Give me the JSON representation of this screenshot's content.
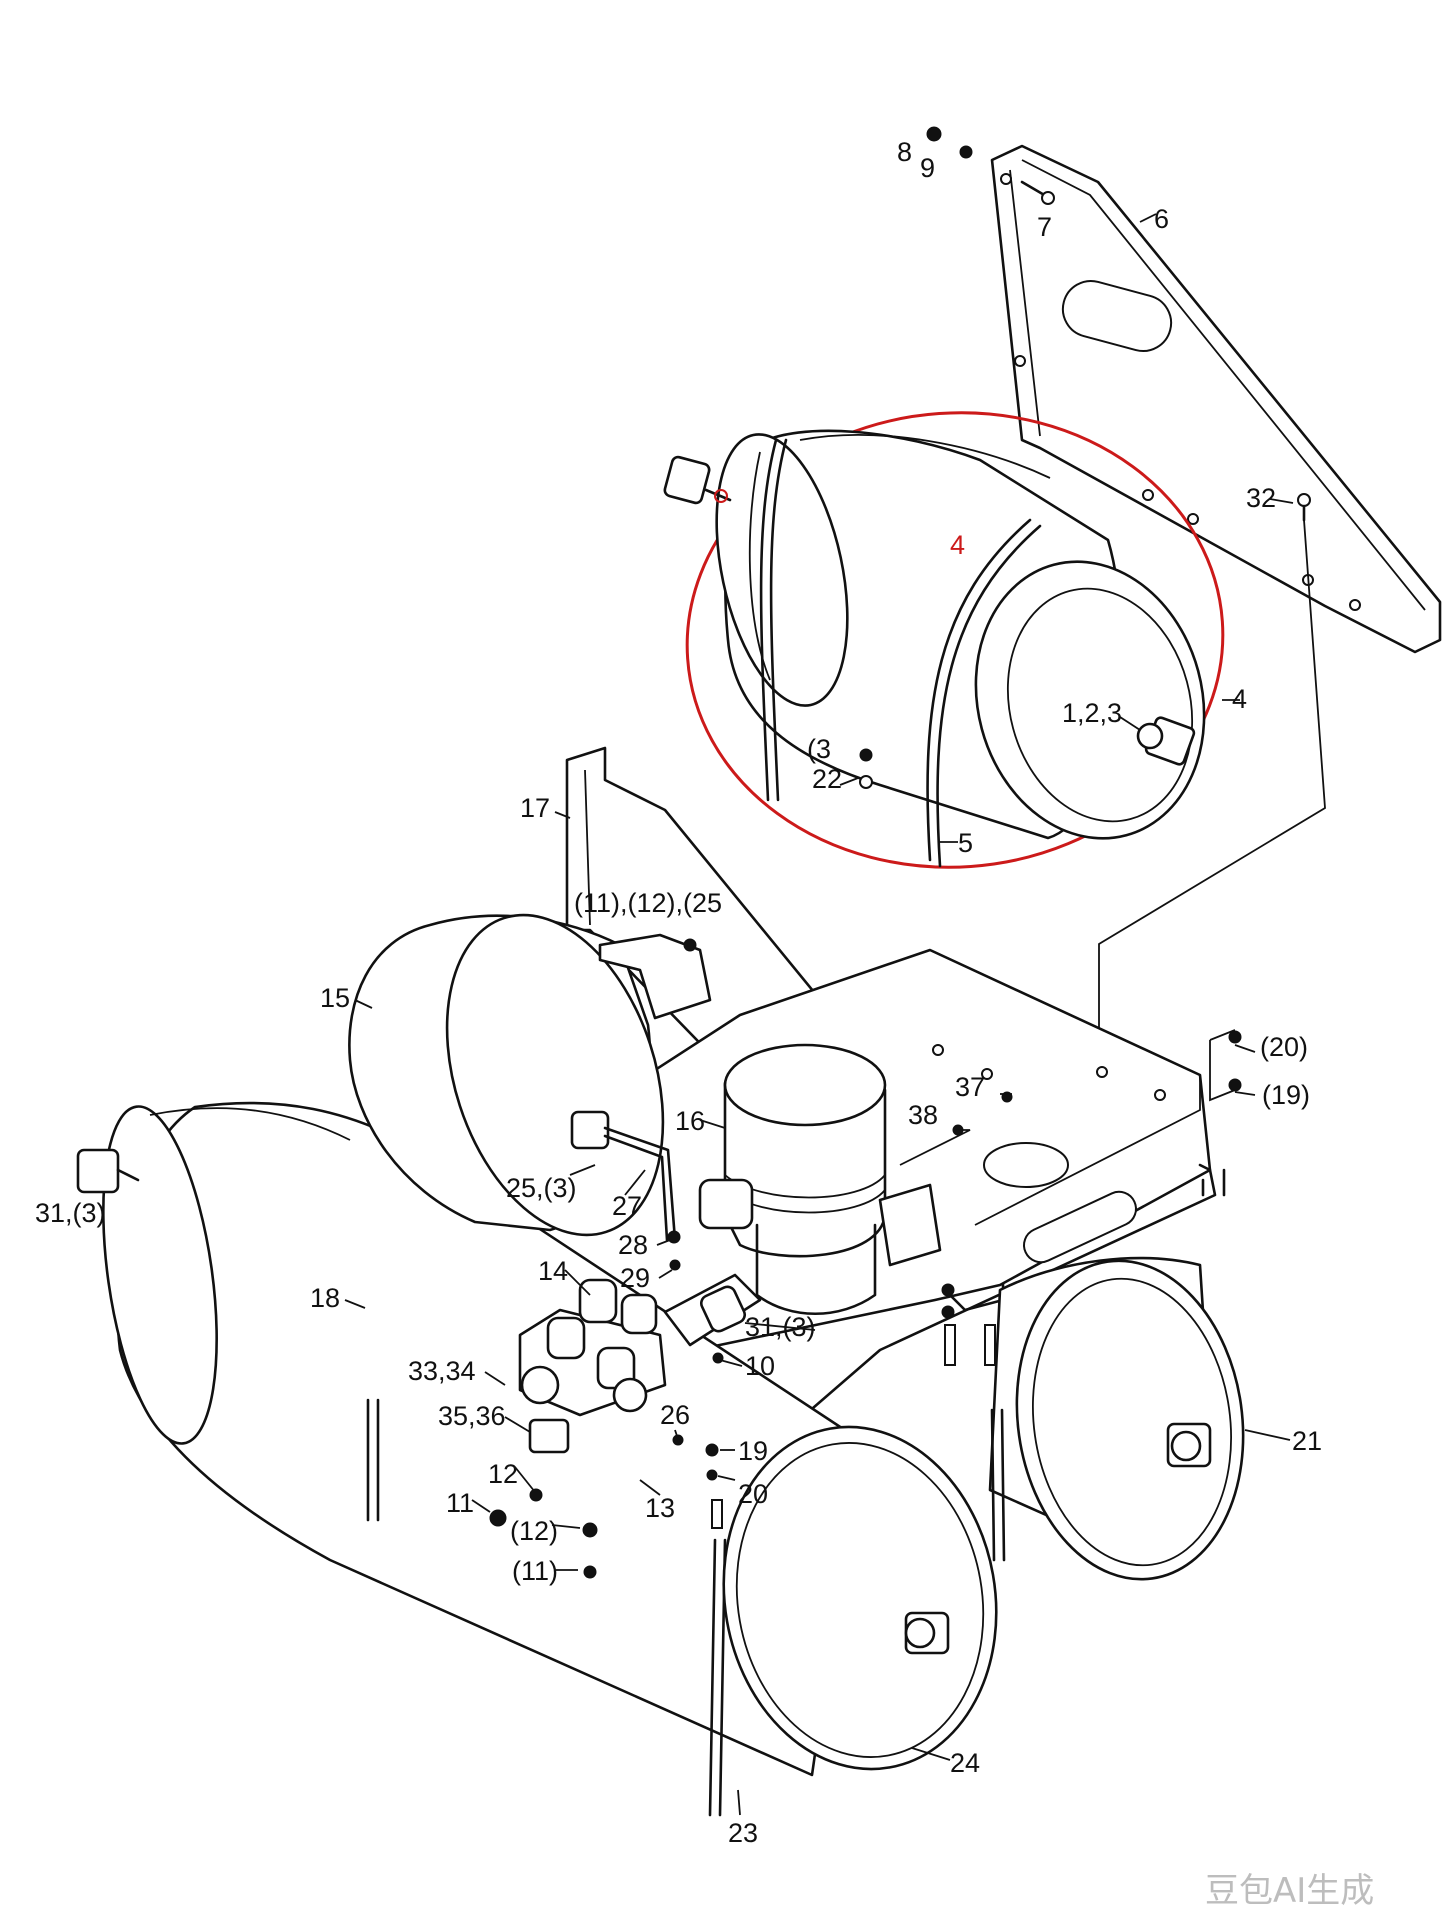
{
  "diagram": {
    "highlight_color": "#cc1a1a",
    "callouts": [
      {
        "id": "c8",
        "text": "8"
      },
      {
        "id": "c9",
        "text": "9"
      },
      {
        "id": "c7",
        "text": "7"
      },
      {
        "id": "c6",
        "text": "6"
      },
      {
        "id": "c32",
        "text": "32"
      },
      {
        "id": "c4-tank",
        "text": "4"
      },
      {
        "id": "c4-side",
        "text": "4"
      },
      {
        "id": "c123",
        "text": "1,2,3"
      },
      {
        "id": "c3a",
        "text": "(3"
      },
      {
        "id": "c22",
        "text": "22"
      },
      {
        "id": "c5",
        "text": "5"
      },
      {
        "id": "c17",
        "text": "17"
      },
      {
        "id": "c111225",
        "text": "(11),(12),(25"
      },
      {
        "id": "c15",
        "text": "15"
      },
      {
        "id": "c20a",
        "text": "(20)"
      },
      {
        "id": "c19a",
        "text": "(19)"
      },
      {
        "id": "c37",
        "text": "37"
      },
      {
        "id": "c38",
        "text": "38"
      },
      {
        "id": "c16",
        "text": "16"
      },
      {
        "id": "c31a",
        "text": "31,(3)"
      },
      {
        "id": "c25",
        "text": "25,(3)"
      },
      {
        "id": "c27",
        "text": "27"
      },
      {
        "id": "c28",
        "text": "28"
      },
      {
        "id": "c29",
        "text": "29"
      },
      {
        "id": "c14",
        "text": "14"
      },
      {
        "id": "c18",
        "text": "18"
      },
      {
        "id": "c31b",
        "text": "31,(3)"
      },
      {
        "id": "c10",
        "text": "10"
      },
      {
        "id": "c3334",
        "text": "33,34"
      },
      {
        "id": "c3536",
        "text": "35,36"
      },
      {
        "id": "c26",
        "text": "26"
      },
      {
        "id": "c19b",
        "text": "19"
      },
      {
        "id": "c12a",
        "text": "12"
      },
      {
        "id": "c20b",
        "text": "20"
      },
      {
        "id": "c13",
        "text": "13"
      },
      {
        "id": "c11a",
        "text": "11"
      },
      {
        "id": "c12b",
        "text": "(12)"
      },
      {
        "id": "c11b",
        "text": "(11)"
      },
      {
        "id": "c21",
        "text": "21"
      },
      {
        "id": "c24",
        "text": "24"
      },
      {
        "id": "c23",
        "text": "23"
      }
    ],
    "watermark": "豆包AI生成"
  }
}
